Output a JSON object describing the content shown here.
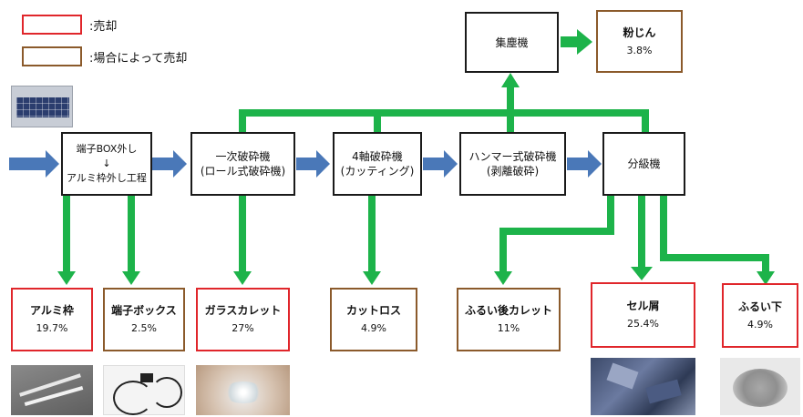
{
  "legend": {
    "sell": ":売却",
    "maybe_sell": ":場合によって売却",
    "sell_color": "#e0262b",
    "maybe_color": "#8b5a2b"
  },
  "flow_colors": {
    "main_flow": "#4a78b8",
    "output_flow": "#1db34a"
  },
  "processes": {
    "dismantle": {
      "line1": "端子BOX外し",
      "arrow": "↓",
      "line2": "アルミ枠外し工程"
    },
    "primary": {
      "line1": "一次破砕機",
      "line2": "(ロール式破砕機)"
    },
    "shaft": {
      "line1": "4軸破砕機",
      "line2": "(カッティング)"
    },
    "hammer": {
      "line1": "ハンマー式破砕機",
      "line2": "(剥離破砕)"
    },
    "classifier": {
      "line1": "分級機"
    },
    "dust_collector": {
      "line1": "集塵機"
    }
  },
  "outputs": {
    "dust": {
      "name": "粉じん",
      "pct": "3.8%"
    },
    "aluminum_frame": {
      "name": "アルミ枠",
      "pct": "19.7%"
    },
    "junction_box": {
      "name": "端子ボックス",
      "pct": "2.5%"
    },
    "glass_cullet": {
      "name": "ガラスカレット",
      "pct": "27%"
    },
    "cut_loss": {
      "name": "カットロス",
      "pct": "4.9%"
    },
    "sieved_cullet": {
      "name": "ふるい後カレット",
      "pct": "11%"
    },
    "cell_scrap": {
      "name": "セル屑",
      "pct": "25.4%"
    },
    "undersize": {
      "name": "ふるい下",
      "pct": "4.9%"
    }
  }
}
